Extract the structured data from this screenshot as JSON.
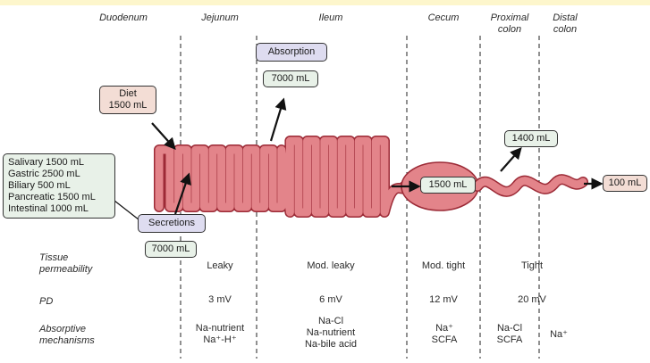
{
  "segments": {
    "duodenum": "Duodenum",
    "jejunum": "Jejunum",
    "ileum": "Ileum",
    "cecum": "Cecum",
    "proximal_colon": [
      "Proximal",
      "colon"
    ],
    "distal_colon": [
      "Distal",
      "colon"
    ]
  },
  "inputs": {
    "diet": [
      "Diet",
      "1500 mL"
    ],
    "sources": [
      "Salivary 1500 mL",
      "Gastric 2500 mL",
      "Biliary 500 mL",
      "Pancreatic 1500 mL",
      "Intestinal 1000 mL"
    ],
    "secretions_label": "Secretions",
    "secretions_volume": "7000 mL"
  },
  "absorption": {
    "label": "Absorption",
    "small_intestine_volume": "7000 mL",
    "cecum_volume": "1500 mL",
    "colon_volume": "1400 mL",
    "output_volume": "100 mL"
  },
  "table": {
    "tissue_permeability": {
      "label": [
        "Tissue",
        "permeability"
      ],
      "values": {
        "jejunum": "Leaky",
        "ileum": "Mod. leaky",
        "cecum": "Mod. tight",
        "colon": "Tight"
      }
    },
    "pd": {
      "label": "PD",
      "values": {
        "jejunum": "3 mV",
        "ileum": "6 mV",
        "cecum": "12 mV",
        "colon": "20 mV"
      }
    },
    "absorptive_mechanisms": {
      "label": [
        "Absorptive",
        "mechanisms"
      ],
      "jejunum": [
        "Na-nutrient",
        "Na⁺-H⁺"
      ],
      "ileum": [
        "Na-Cl",
        "Na-nutrient",
        "Na-bile acid"
      ],
      "cecum": [
        "Na⁺",
        "SCFA"
      ],
      "proximal_colon": [
        "Na-Cl",
        "SCFA"
      ],
      "distal_colon": "Na⁺"
    }
  },
  "colors": {
    "intestine_fill": "#e3848a",
    "intestine_stroke": "#9c2a36",
    "diet_box": "#f3ddd5",
    "volume_box": "#e8f1e8",
    "process_box": "#dedcf0"
  }
}
